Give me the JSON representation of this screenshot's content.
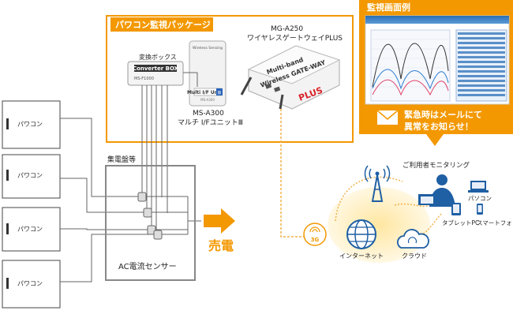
{
  "package_label": "パワコン監視パッケージ",
  "converter_box": {
    "caption": "変換ボックス",
    "device_title": "Converter BOX",
    "device_model": "MS-F1000"
  },
  "multi_unit": {
    "model": "MS-A300",
    "name": "マルチ I/FユニットⅢ",
    "device_brand": "Wireless Sensing",
    "device_title": "Multi I/F Unit",
    "device_roman": "Ⅲ",
    "device_model": "MS-A300"
  },
  "gateway": {
    "model": "MG-A250",
    "name": "ワイヤレスゲートウェイPLUS",
    "device_title1": "Multi-band",
    "device_title2": "Wireless GATE-WAY",
    "device_plus": "PLUS"
  },
  "monitor_panel": {
    "title": "監視画面例",
    "alert_line1": "緊急時はメールにて",
    "alert_line2": "異常をお知らせ！"
  },
  "inverters": {
    "items": [
      "パワコン",
      "パワコン",
      "パワコン",
      "パワコン"
    ]
  },
  "panel": {
    "label": "集電盤等",
    "sensor_label": "AC電流センサー"
  },
  "sale_label": "売電",
  "network": {
    "mobile": "3G",
    "internet": "インターネット",
    "cloud": "クラウド"
  },
  "users": {
    "title": "ご利用者モニタリング",
    "pc": "パソコン",
    "tablet": "タブレットPC",
    "smartphone": "スマートフォン"
  },
  "colors": {
    "orange": "#F39800",
    "panel_border": "#888888",
    "line": "#666666",
    "dash": "#F3B24A",
    "cloud_blue": "#1F5FA3"
  }
}
